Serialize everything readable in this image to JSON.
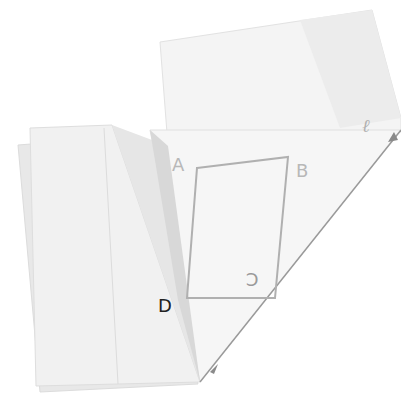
{
  "diagram": {
    "labels": [
      "A",
      "B",
      "C",
      "D",
      "ℓ"
    ]
  }
}
